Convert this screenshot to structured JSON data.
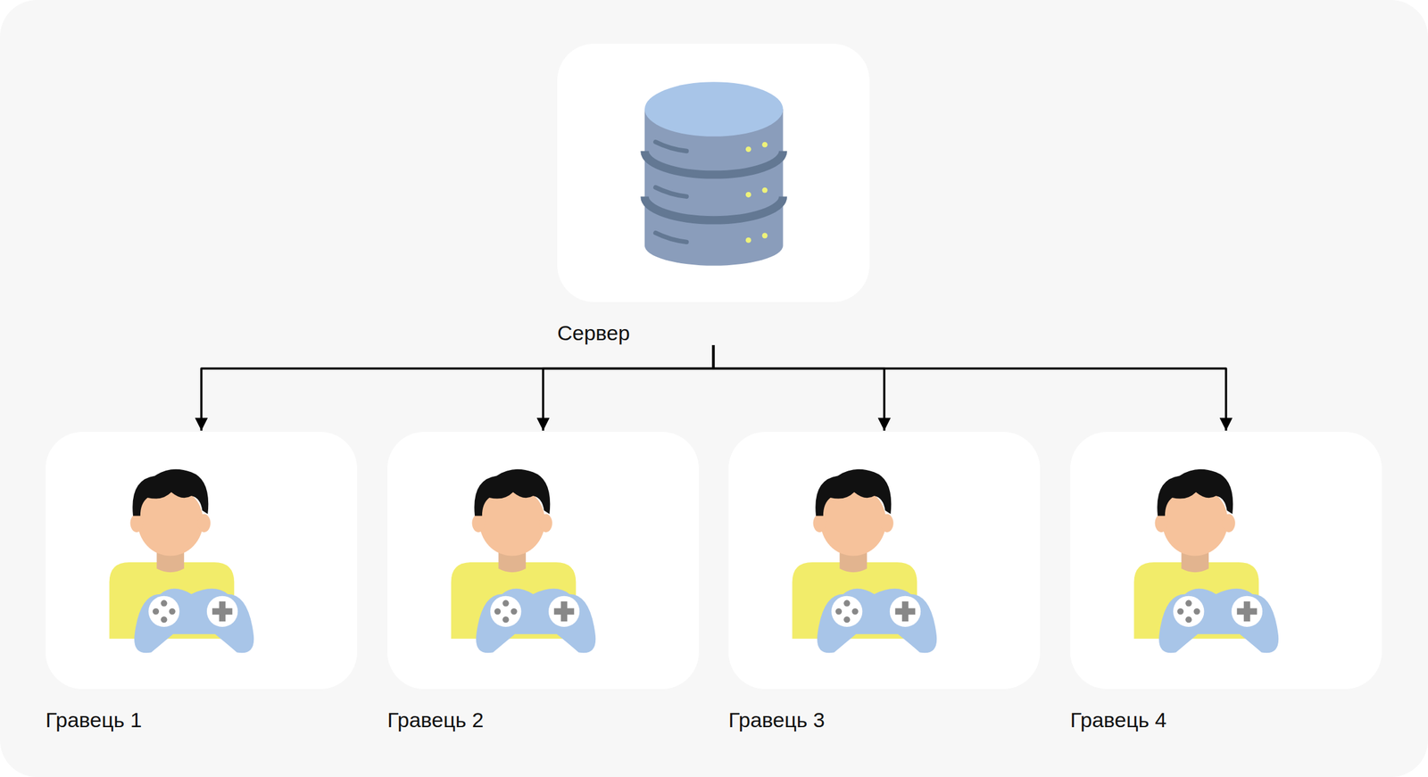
{
  "diagram": {
    "nodes": [
      {
        "text": [
          "Сервер"
        ]
      },
      {
        "text": [
          "Гравець 1"
        ]
      },
      {
        "text": [
          "Гравець 2"
        ]
      },
      {
        "text": [
          "Гравець 3"
        ]
      },
      {
        "text": [
          "Гравець 4"
        ]
      }
    ],
    "edges": [
      {
        "from": 0,
        "to": 1,
        "arrow": "to"
      },
      {
        "from": 0,
        "to": 2,
        "arrow": "to"
      },
      {
        "from": 0,
        "to": 3,
        "arrow": "to"
      },
      {
        "from": 0,
        "to": 4,
        "arrow": "to"
      }
    ]
  }
}
